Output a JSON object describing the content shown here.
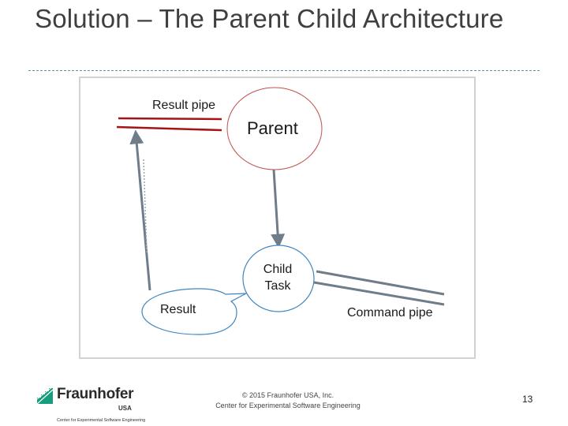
{
  "slide": {
    "title": "Solution – The Parent Child Architecture",
    "page_number": "13"
  },
  "diagram": {
    "nodes": {
      "parent": "Parent",
      "child_task": "Child Task",
      "result": "Result"
    },
    "pipes": {
      "result_pipe": "Result pipe",
      "command_pipe": "Command pipe"
    }
  },
  "footer": {
    "copyright": "© 2015 Fraunhofer USA, Inc.",
    "organization": "Center for Experimental Software Engineering"
  },
  "logo": {
    "name": "Fraunhofer",
    "sub": "USA",
    "tagline": "Center for Experimental Software Engineering"
  },
  "colors": {
    "accent_rule": "#5e95a0",
    "parent_outline": "#c0504d",
    "result_pipe": "#a31515",
    "arrow": "#6f7c8a",
    "logo_green": "#179c7d"
  }
}
